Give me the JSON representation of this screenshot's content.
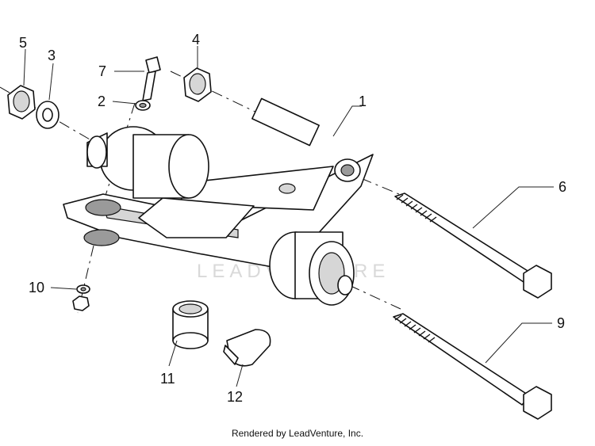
{
  "callouts": {
    "c1": "1",
    "c2": "2",
    "c3": "3",
    "c4": "4",
    "c5": "5",
    "c6": "6",
    "c7": "7",
    "c9": "9",
    "c10": "10",
    "c11": "11",
    "c12": "12"
  },
  "watermark": "LEADVENTURE",
  "footer": "Rendered by LeadVenture, Inc."
}
